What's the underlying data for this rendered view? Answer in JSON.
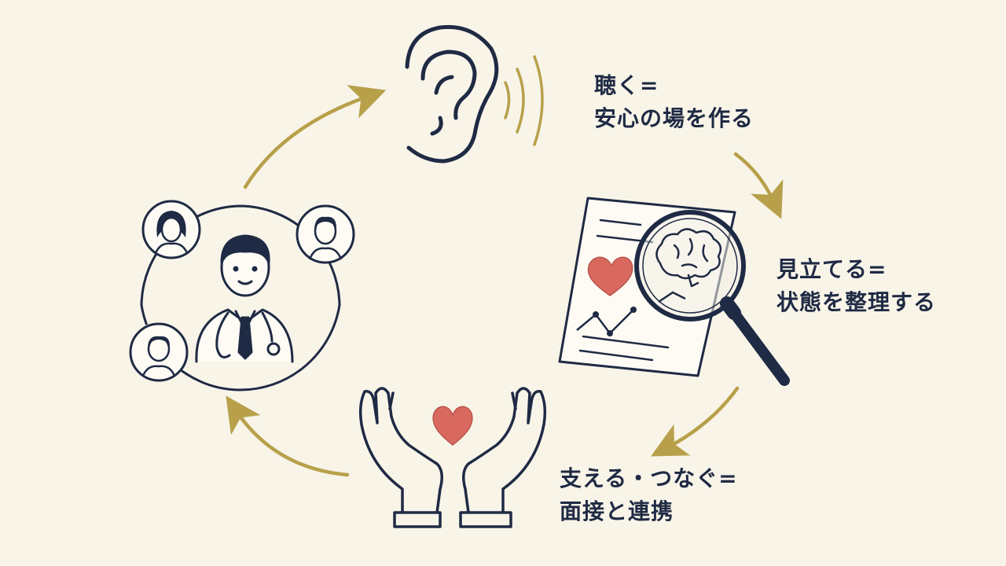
{
  "colors": {
    "background": "#f8f4e8",
    "ink": "#1f2a44",
    "arrow": "#b8a04a",
    "heart": "#d9695f"
  },
  "cycle": {
    "listen": {
      "line1": "聴く=",
      "line2": "安心の場を作る",
      "icon": "ear-icon"
    },
    "assess": {
      "line1": "見立てる=",
      "line2": "状態を整理する",
      "icon": "magnifier-brain-document-icon"
    },
    "support": {
      "line1": "支える・つなぐ=",
      "line2": "面接と連携",
      "icon": "hands-heart-icon"
    },
    "team": {
      "icon": "doctor-team-icon"
    }
  }
}
